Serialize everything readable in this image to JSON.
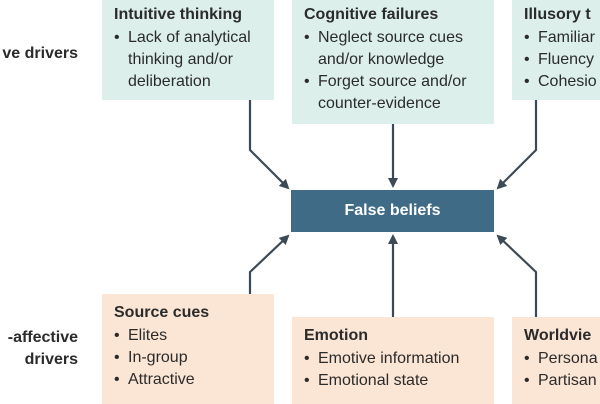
{
  "side_labels": {
    "cognitive": "ve drivers",
    "socio_affective_line1": "-affective",
    "socio_affective_line2": "drivers"
  },
  "center": {
    "label": "False beliefs"
  },
  "boxes": {
    "intuitive": {
      "title": "Intuitive thinking",
      "items": [
        "Lack of analytical thinking and/or deliberation"
      ]
    },
    "cognitive_failures": {
      "title": "Cognitive failures",
      "items": [
        "Neglect source cues and/or knowledge",
        "Forget source and/or counter-evidence"
      ]
    },
    "illusory": {
      "title": "Illusory t",
      "items": [
        "Familiar",
        "Fluency",
        "Cohesio"
      ]
    },
    "source_cues": {
      "title": "Source cues",
      "items": [
        "Elites",
        "In-group",
        "Attractive"
      ]
    },
    "emotion": {
      "title": "Emotion",
      "items": [
        "Emotive information",
        "Emotional state"
      ]
    },
    "worldview": {
      "title": "Worldvie",
      "items": [
        "Persona",
        "Partisan"
      ]
    }
  },
  "colors": {
    "cognitive_box": "#dcefea",
    "affective_box": "#fbe5d4",
    "center_box": "#3f6b87",
    "arrow": "#3b4a56"
  }
}
